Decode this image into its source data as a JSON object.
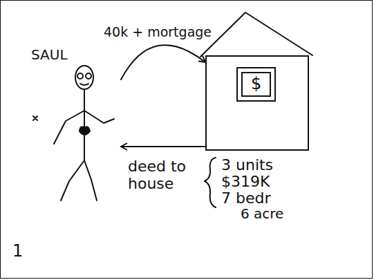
{
  "diagram": {
    "nodes": [
      {
        "text": [
          "SAUL"
        ]
      },
      {
        "text": [
          "$"
        ]
      }
    ],
    "edges": [
      {
        "from": 0,
        "to": 1,
        "arrow": "to",
        "label": "40k + mortgage"
      },
      {
        "from": 1,
        "to": 0,
        "arrow": "to",
        "label": "deed to house"
      }
    ],
    "labels": [
      "3 units",
      "$319K",
      "7 bedr",
      "6 acre",
      "1"
    ]
  }
}
